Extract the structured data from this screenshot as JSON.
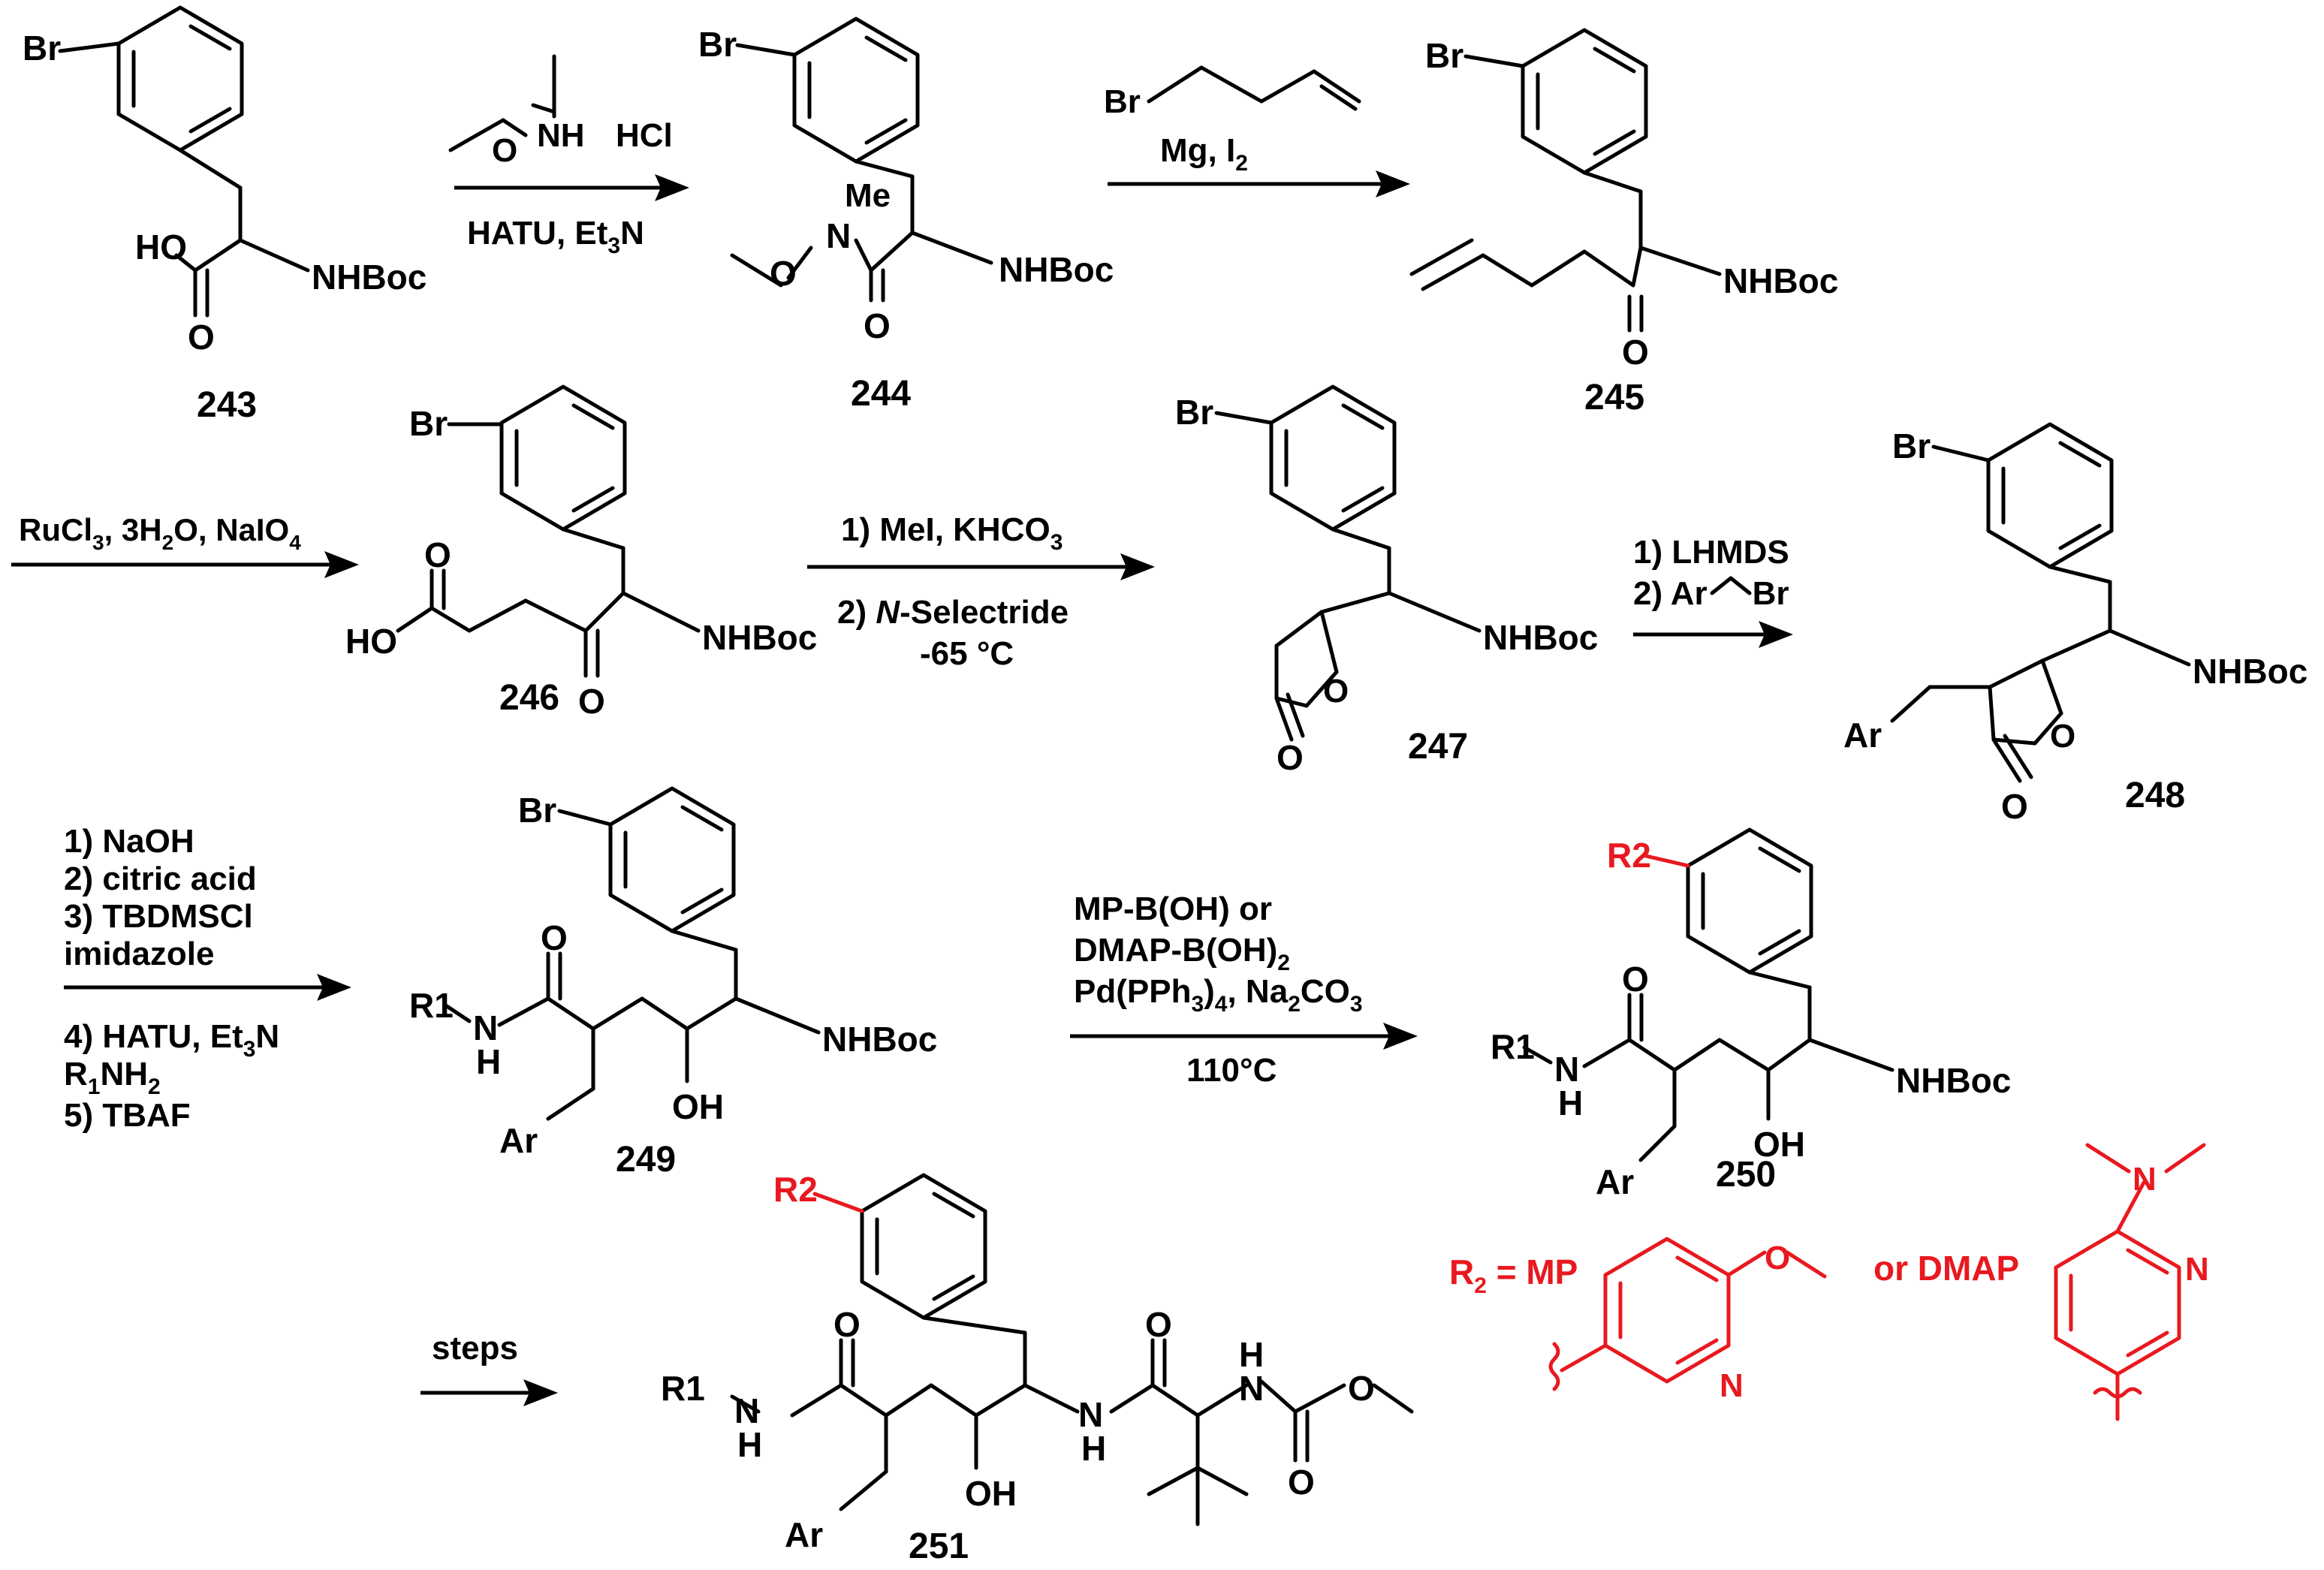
{
  "compounds": {
    "c243": "243",
    "c244": "244",
    "c245": "245",
    "c246": "246",
    "c247": "247",
    "c248": "248",
    "c249": "249",
    "c250": "250",
    "c251": "251"
  },
  "atoms": {
    "Br": "Br",
    "HO": "HO",
    "O": "O",
    "OH": "OH",
    "NHBoc": "NHBoc",
    "N": "N",
    "Me": "Me",
    "NH": "NH",
    "H": "H",
    "Ar": "Ar",
    "R1": "R1",
    "R2": "R2"
  },
  "reagents": {
    "step1": {
      "reagent": "HCl",
      "cond_main": "HATU, Et",
      "cond_sub": "3",
      "cond_tail": "N"
    },
    "step2": {
      "line1_main": "Mg, I",
      "line1_sub": "2"
    },
    "step3": {
      "a": "RuCl",
      "a_sub": "3",
      "b": ", 3H",
      "b_sub": "2",
      "c": "O, NaIO",
      "c_sub": "4"
    },
    "step4": {
      "line1": "1) MeI, KHCO",
      "line1_sub": "3",
      "line2_pre": "2) ",
      "line2_italic": "N",
      "line2_post": "-Selectride",
      "line3": "-65 °C"
    },
    "step5": {
      "line1": "1) LHMDS",
      "line2_pre": "2) Ar",
      "line2_post": "Br"
    },
    "step6": {
      "line1": "1) NaOH",
      "line2": "2) citric acid",
      "line3": "3) TBDMSCl",
      "line4": "imidazole",
      "line5": "4) HATU, Et",
      "line5_sub": "3",
      "line5_tail": "N",
      "line6": "R",
      "line6_sub1": "1",
      "line6_mid": "NH",
      "line6_sub2": "2",
      "line7": "5) TBAF"
    },
    "step7": {
      "line1": "MP-B(OH) or",
      "line2": "DMAP-B(OH)",
      "line2_sub": "2",
      "line3a": "Pd(PPh",
      "line3a_sub": "3",
      "line3b": ")",
      "line3b_sub": "4",
      "line3c": ", Na",
      "line3c_sub": "2",
      "line3d": "CO",
      "line3d_sub": "3",
      "line4": "110°C"
    },
    "step8": {
      "line1": "steps"
    }
  },
  "legend": {
    "r2_eq": "R",
    "r2_sub": "2",
    "r2_tail": " = MP",
    "or_dmap": "or DMAP",
    "ring_N": "N"
  },
  "colors": {
    "ink": "#000000",
    "highlight": "#e8191f",
    "background": "#ffffff"
  }
}
